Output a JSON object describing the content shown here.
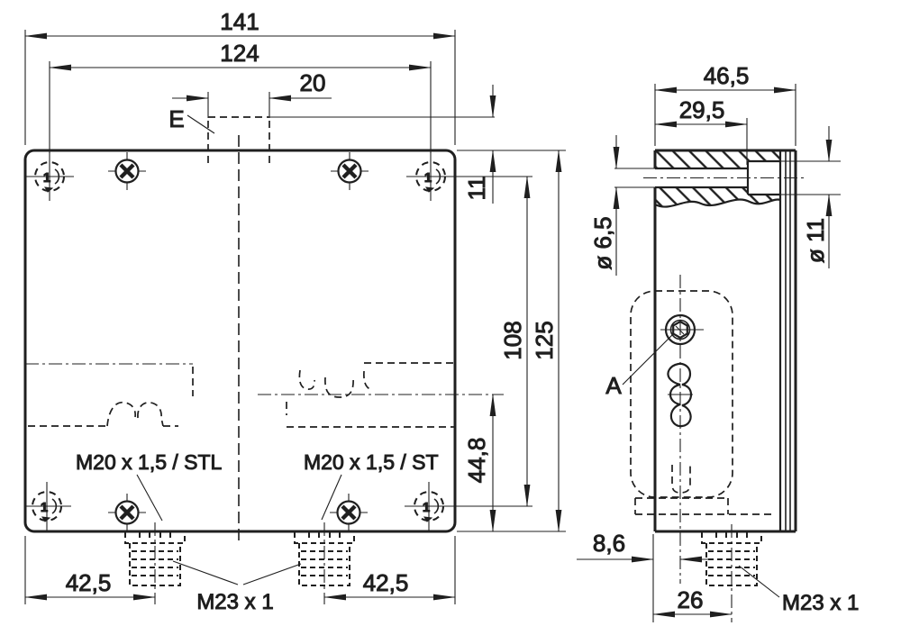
{
  "drawing": {
    "ink_color": "#1f1f1f",
    "background_color": "#ffffff",
    "front_view": {
      "dim_width_outer": "141",
      "dim_width_holes": "124",
      "dim_anchor_width": "20",
      "dim_anchor_offset": "11",
      "dim_height_holes": "108",
      "dim_height_outer": "125",
      "dim_slot_to_bottom": "44,8",
      "dim_connector_left": "42,5",
      "dim_connector_right": "42,5",
      "label_entry": "E",
      "label_gland_left": "M20 x 1,5 / STL",
      "label_gland_right": "M20 x 1,5 / ST",
      "label_connector": "M23 x 1",
      "hole_callout": "1"
    },
    "side_view": {
      "dim_depth_total": "46,5",
      "dim_depth_bore": "29,5",
      "dim_bore_small": "ø 6,5",
      "dim_bore_large": "ø 11",
      "dim_center_offset": "8,6",
      "dim_connector_offset": "26",
      "label_connector": "M23 x 1",
      "label_screw": "A"
    }
  }
}
